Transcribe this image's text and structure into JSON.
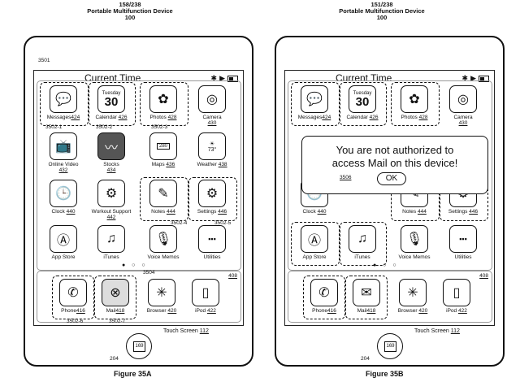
{
  "left": {
    "header": {
      "ref": "158/238",
      "title": "Portable Multifunction Device",
      "num": "100"
    },
    "screen_ref": "3501",
    "status": {
      "time": "Current Time"
    },
    "apps": [
      {
        "label": "Messages",
        "num": "424"
      },
      {
        "label": "Calendar",
        "num": "426"
      },
      {
        "label": "Photos",
        "num": "428"
      },
      {
        "label": "Camera",
        "num": "430"
      },
      {
        "label": "Online Video",
        "num": "432"
      },
      {
        "label": "Stocks",
        "num": "434"
      },
      {
        "label": "Maps",
        "num": "436"
      },
      {
        "label": "Weather",
        "num": "438"
      },
      {
        "label": "Clock",
        "num": "440"
      },
      {
        "label": "Workout Support",
        "num": "442"
      },
      {
        "label": "Notes",
        "num": "444"
      },
      {
        "label": "Settings",
        "num": "446"
      },
      {
        "label": "App Store",
        "num": ""
      },
      {
        "label": "iTunes",
        "num": ""
      },
      {
        "label": "Voice Memos",
        "num": ""
      },
      {
        "label": "Utilities",
        "num": ""
      }
    ],
    "dock_ref": "408",
    "dock": [
      {
        "label": "Phone",
        "num": "416"
      },
      {
        "label": "Mail",
        "num": "418"
      },
      {
        "label": "Browser",
        "num": "420"
      },
      {
        "label": "iPod",
        "num": "422"
      }
    ],
    "refs": {
      "r1": "3502-1",
      "r2": "3502-2",
      "r3": "3502-3",
      "r4": "3502-4",
      "r5": "3502-5",
      "r6": "3502-6",
      "r7": "3502-7",
      "r8": "3504"
    },
    "calendar_day": "Tuesday",
    "calendar_date": "30",
    "maps_badge": "280",
    "weather_temp": "73°",
    "touch_screen": {
      "label": "Touch Screen",
      "num": "112"
    },
    "home": {
      "num": "169",
      "ref": "204"
    },
    "figure": "Figure 35A"
  },
  "right": {
    "header": {
      "ref": "151/238",
      "title": "Portable Multifunction Device",
      "num": "100"
    },
    "status": {
      "time": "Current Time"
    },
    "dialog": {
      "line1": "You are not authorized to",
      "line2": "access Mail on this device!",
      "ok": "OK",
      "ref": "3506"
    },
    "dock_ref": "408",
    "touch_screen": {
      "label": "Touch Screen",
      "num": "112"
    },
    "home": {
      "num": "169",
      "ref": "204"
    },
    "figure": "Figure 35B"
  }
}
